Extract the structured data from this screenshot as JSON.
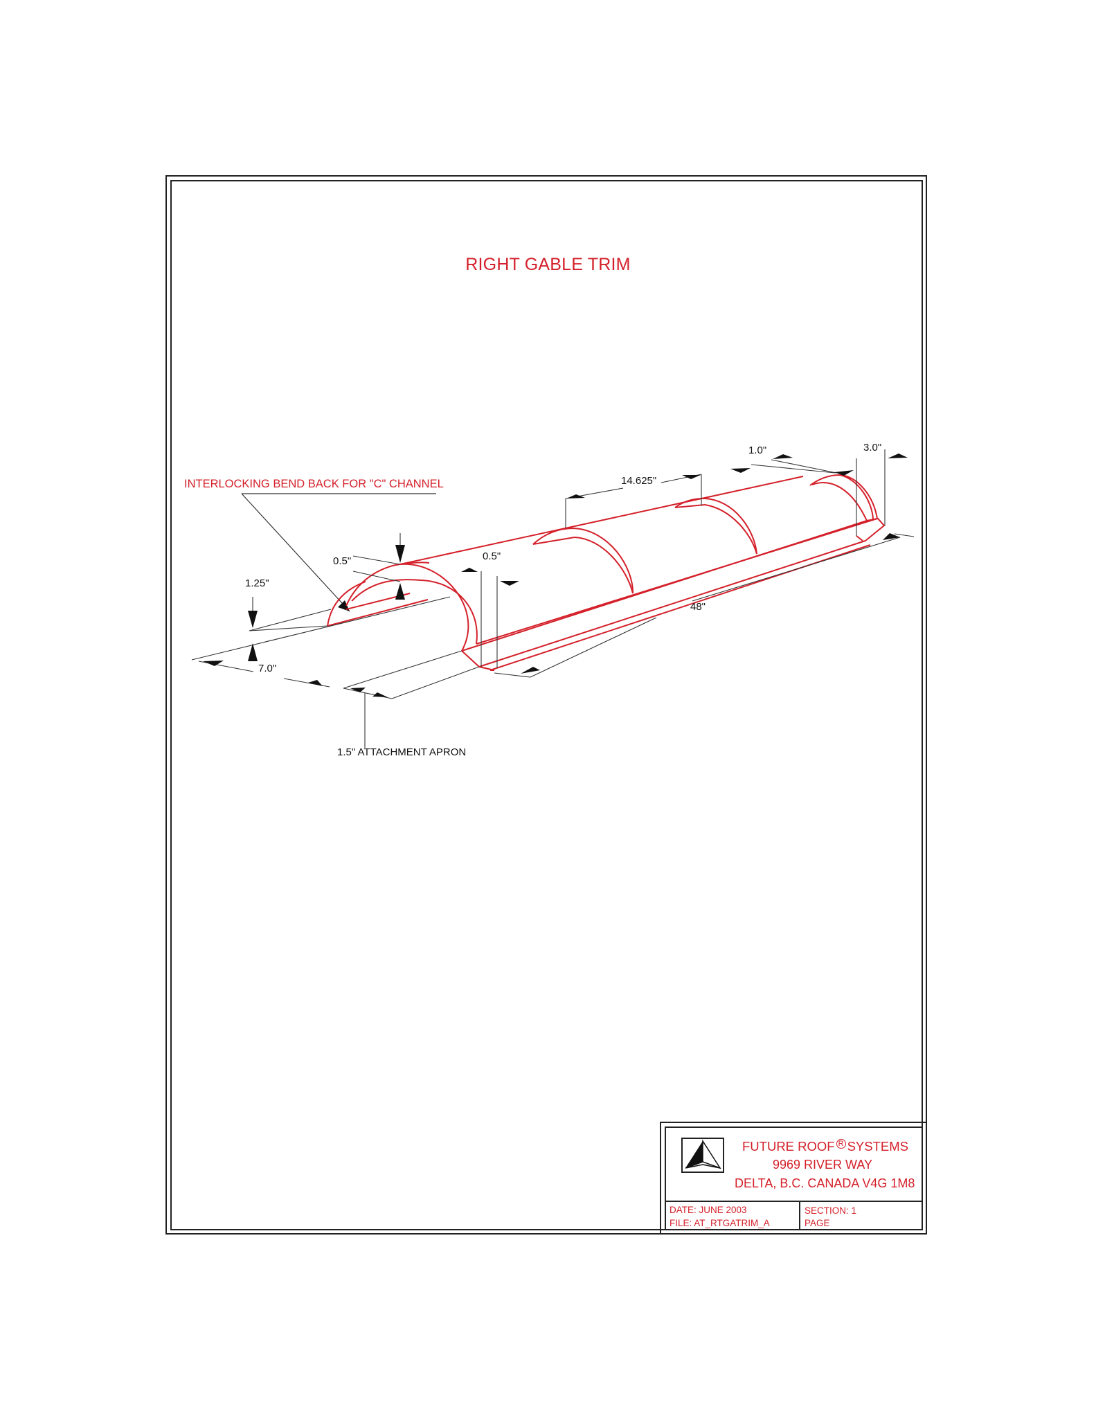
{
  "drawing": {
    "title": "RIGHT GABLE TRIM",
    "callout": "INTERLOCKING BEND BACK FOR \"C\" CHANNEL",
    "dimensions": {
      "bend_back": "0.5\"",
      "flange_thickness": "0.5\"",
      "height": "1.25\"",
      "width": "7.0\"",
      "apron": "1.5\" ATTACHMENT APRON",
      "rib_spacing": "14.625\"",
      "end_overlap": "1.0\"",
      "end_rib": "3.0\"",
      "length": "48\""
    },
    "colors": {
      "part_line": "#d4202a",
      "dimension_line": "#222222"
    }
  },
  "title_block": {
    "company": "FUTURE  ROOF",
    "registered_mark": "R",
    "company_suffix": "SYSTEMS",
    "address_line1": "9969 RIVER WAY",
    "address_line2": "DELTA, B.C. CANADA V4G 1M8",
    "date": "DATE: JUNE 2003",
    "file": "FILE: AT_RTGATRIM_A",
    "section": "SECTION: 1",
    "page": "PAGE"
  }
}
